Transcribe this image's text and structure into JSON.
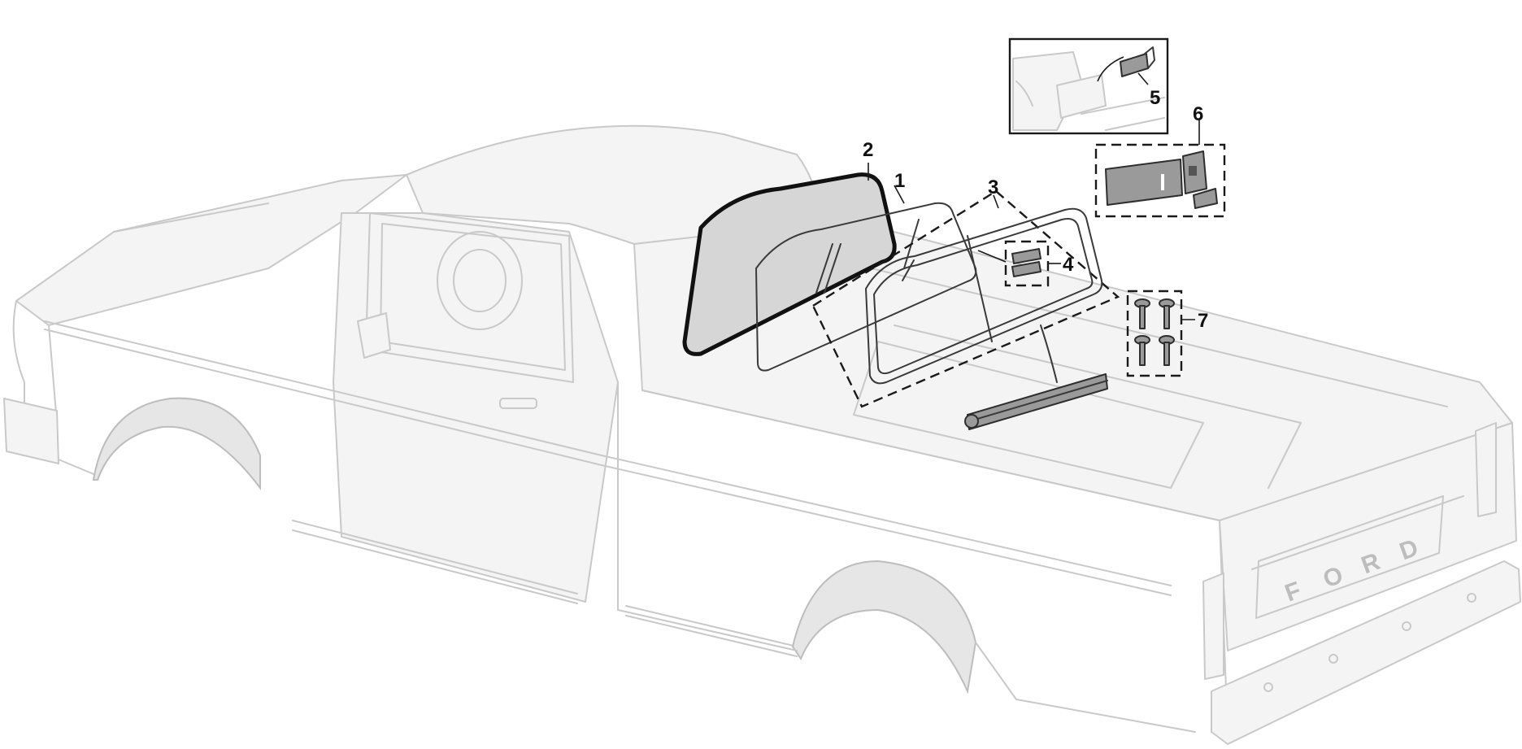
{
  "callouts": [
    {
      "id": "1",
      "label": "1"
    },
    {
      "id": "2",
      "label": "2"
    },
    {
      "id": "3",
      "label": "3"
    },
    {
      "id": "4",
      "label": "4"
    },
    {
      "id": "5",
      "label": "5"
    },
    {
      "id": "6",
      "label": "6"
    },
    {
      "id": "7",
      "label": "7"
    }
  ],
  "tailgate_lettering": [
    "F",
    "O",
    "R",
    "D"
  ],
  "colors": {
    "ghost_outline": "#c9c9c9",
    "part_outline": "#2e2e2e",
    "part_fill": "#9a9a9a"
  }
}
